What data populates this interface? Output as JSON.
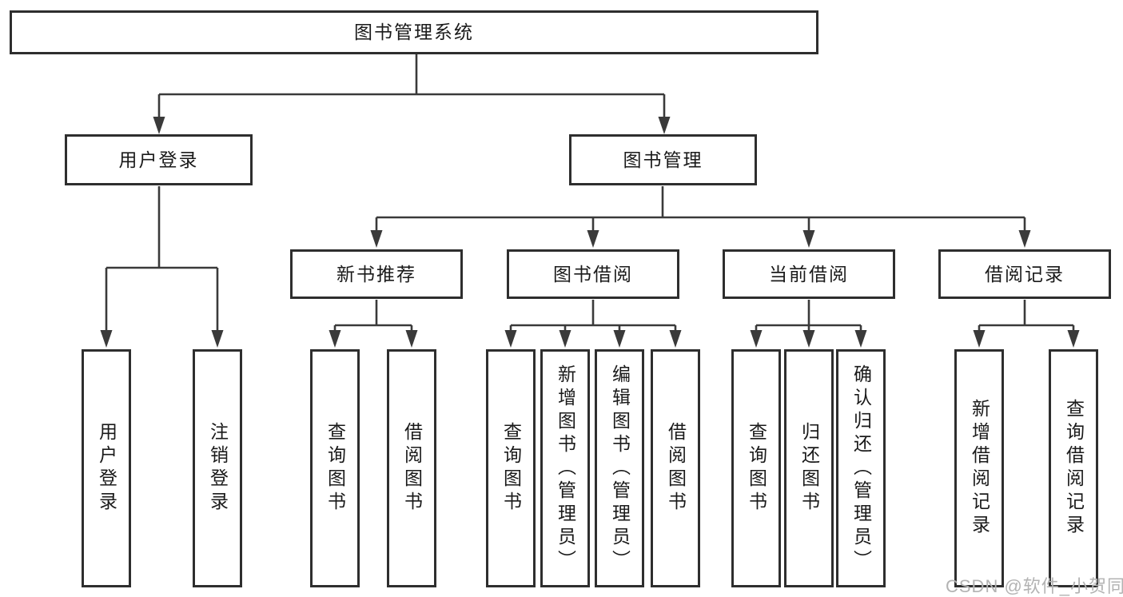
{
  "nodes": {
    "root": "图书管理系统",
    "login": "用户登录",
    "mgmt": "图书管理",
    "user_login": "用户登录",
    "logout": "注销登录",
    "newbook": "新书推荐",
    "borrow": "图书借阅",
    "current": "当前借阅",
    "records": "借阅记录",
    "nb_query": "查询图书",
    "nb_borrow": "借阅图书",
    "b_query": "查询图书",
    "b_add": "新增图书（管理员）",
    "b_edit": "编辑图书（管理员）",
    "b_borrow": "借阅图书",
    "c_query": "查询图书",
    "c_return": "归还图书",
    "c_confirm": "确认归还（管理员）",
    "r_add": "新增借阅记录",
    "r_query": "查询借阅记录"
  },
  "watermark": "CSDN @软件_小贺同学",
  "colors": {
    "line": "#3a3a3a",
    "border": "#2e2e2e",
    "text": "#1a1a1a",
    "watermark": "#b3b3b3",
    "background": "#ffffff"
  }
}
